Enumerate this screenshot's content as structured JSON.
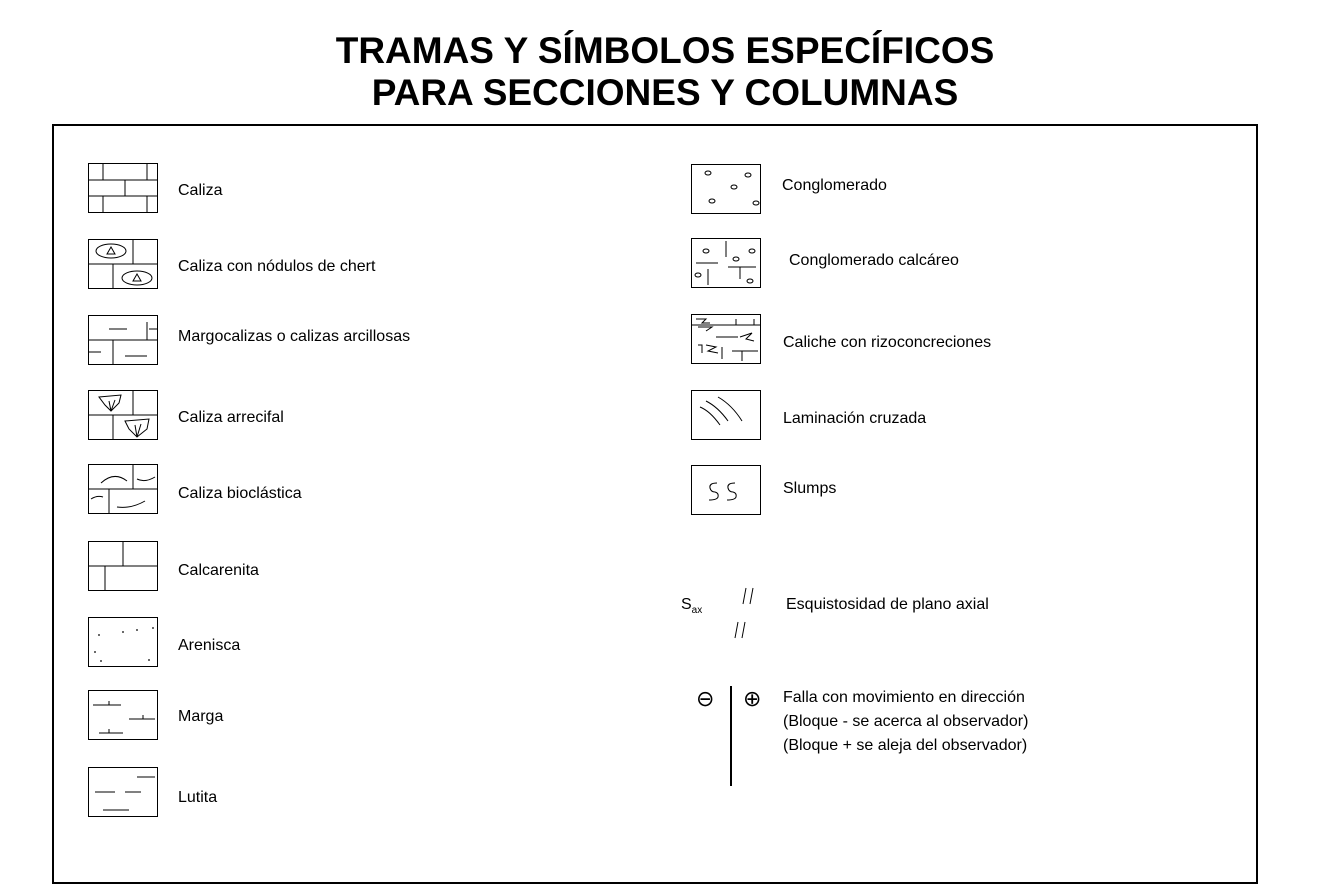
{
  "title": {
    "line1": "TRAMAS Y SÍMBOLOS ESPECÍFICOS",
    "line2": "PARA SECCIONES Y COLUMNAS"
  },
  "left_items": [
    {
      "label": "Caliza",
      "icon": "caliza-pattern"
    },
    {
      "label": "Caliza con nódulos de chert",
      "icon": "caliza-chert-pattern"
    },
    {
      "label": "Margocalizas o calizas arcillosas",
      "icon": "margocaliza-pattern"
    },
    {
      "label": "Caliza arrecifal",
      "icon": "caliza-arrecifal-pattern"
    },
    {
      "label": "Caliza bioclástica",
      "icon": "caliza-bioclastica-pattern"
    },
    {
      "label": "Calcarenita",
      "icon": "calcarenita-pattern"
    },
    {
      "label": "Arenisca",
      "icon": "arenisca-pattern"
    },
    {
      "label": "Marga",
      "icon": "marga-pattern"
    },
    {
      "label": "Lutita",
      "icon": "lutita-pattern"
    }
  ],
  "right_items": [
    {
      "label": "Conglomerado",
      "icon": "conglomerado-pattern"
    },
    {
      "label": "Conglomerado calcáreo",
      "icon": "conglomerado-calcareo-pattern"
    },
    {
      "label": "Caliche con rizoconcreciones",
      "icon": "caliche-pattern"
    },
    {
      "label": "Laminación cruzada",
      "icon": "laminacion-cruzada-pattern"
    },
    {
      "label": "Slumps",
      "icon": "slumps-pattern"
    }
  ],
  "schistosity": {
    "symbol_main": "S",
    "symbol_sub": "ax",
    "label": "Esquistosidad de plano axial",
    "icon": "double-slash-icon"
  },
  "fault": {
    "minus_symbol": "⊖",
    "plus_symbol": "⊕",
    "lines": [
      "Falla con movimiento en dirección",
      "(Bloque - se acerca al observador)",
      "(Bloque + se aleja del observador)"
    ]
  }
}
